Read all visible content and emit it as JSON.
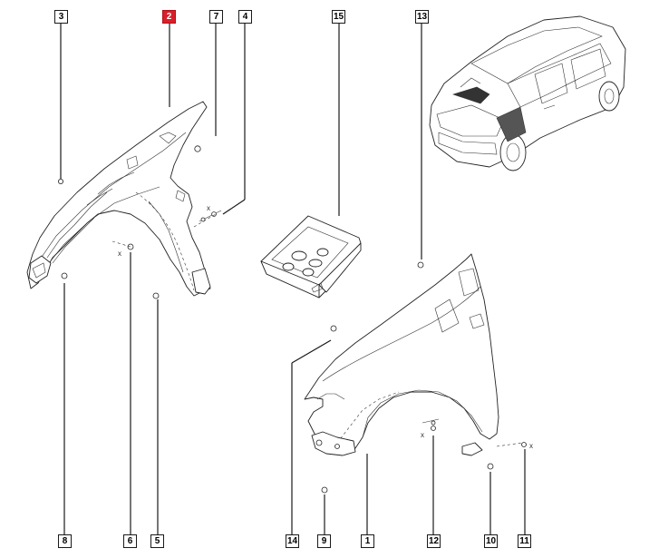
{
  "callouts": [
    {
      "id": "3",
      "label": "3",
      "highlight": false
    },
    {
      "id": "2",
      "label": "2",
      "highlight": true
    },
    {
      "id": "7",
      "label": "7",
      "highlight": false
    },
    {
      "id": "4",
      "label": "4",
      "highlight": false
    },
    {
      "id": "15",
      "label": "15",
      "highlight": false
    },
    {
      "id": "13",
      "label": "13",
      "highlight": false
    },
    {
      "id": "8",
      "label": "8",
      "highlight": false
    },
    {
      "id": "6",
      "label": "6",
      "highlight": false
    },
    {
      "id": "5",
      "label": "5",
      "highlight": false
    },
    {
      "id": "14",
      "label": "14",
      "highlight": false
    },
    {
      "id": "9",
      "label": "9",
      "highlight": false
    },
    {
      "id": "1",
      "label": "1",
      "highlight": false
    },
    {
      "id": "12",
      "label": "12",
      "highlight": false
    },
    {
      "id": "10",
      "label": "10",
      "highlight": false
    },
    {
      "id": "11",
      "label": "11",
      "highlight": false
    }
  ],
  "colors": {
    "highlight": "#d8202a",
    "line": "#1a1a1a",
    "background": "#ffffff"
  }
}
